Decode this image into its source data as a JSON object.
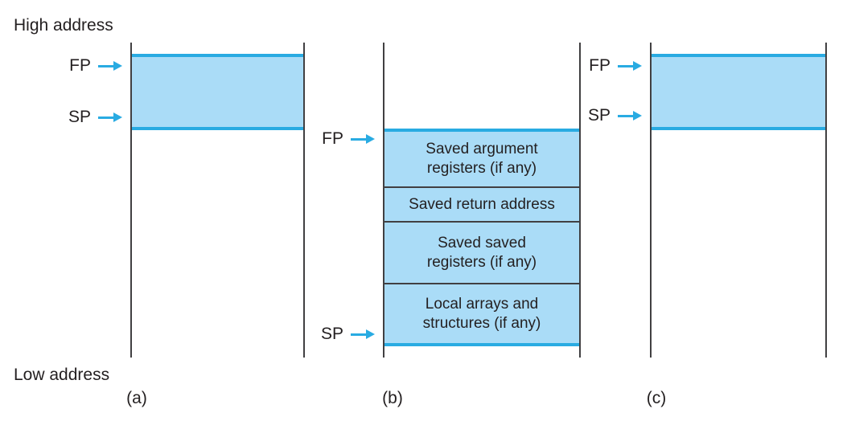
{
  "figure": {
    "high_address_label": "High address",
    "low_address_label": "Low address",
    "colors": {
      "frame_fill": "#aadcf7",
      "frame_border": "#29abe2",
      "stack_line": "#414042",
      "text": "#231f20",
      "pointer_arrow": "#29abe2"
    },
    "panels": {
      "a": {
        "caption": "(a)",
        "fp_label": "FP",
        "sp_label": "SP"
      },
      "b": {
        "caption": "(b)",
        "fp_label": "FP",
        "sp_label": "SP",
        "cells": [
          {
            "lines": [
              "Saved argument",
              "registers (if any)"
            ]
          },
          {
            "lines": [
              "Saved return address"
            ]
          },
          {
            "lines": [
              "Saved saved",
              "registers (if any)"
            ]
          },
          {
            "lines": [
              "Local arrays and",
              "structures (if any)"
            ]
          }
        ]
      },
      "c": {
        "caption": "(c)",
        "fp_label": "FP",
        "sp_label": "SP"
      }
    }
  }
}
